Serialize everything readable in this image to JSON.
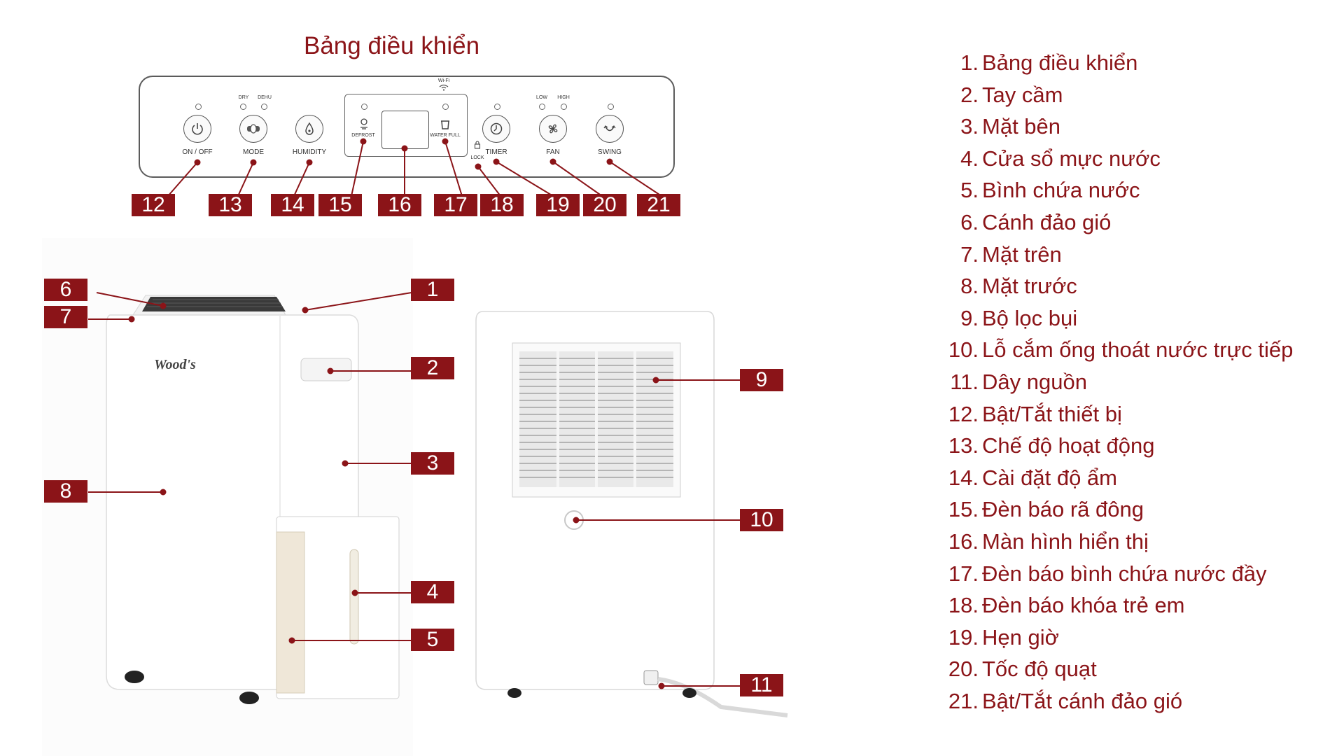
{
  "control_panel": {
    "title": "Bảng điều khiển",
    "buttons": [
      {
        "label": "ON / OFF",
        "icon": "power-icon"
      },
      {
        "label": "MODE",
        "icon": "mode-icon",
        "leds": [
          "DRY",
          "DEHU"
        ]
      },
      {
        "label": "HUMIDITY",
        "icon": "drop-icon"
      },
      {
        "label": "TIMER",
        "icon": "clock-icon"
      },
      {
        "label": "FAN",
        "icon": "fan-icon",
        "leds": [
          "LOW",
          "HIGH"
        ]
      },
      {
        "label": "SWING",
        "icon": "swing-icon"
      }
    ],
    "display": {
      "defrost": "DEFROST",
      "water_full": "WATER FULL",
      "wifi": "Wi-Fi",
      "lock": "LOCK"
    }
  },
  "product": {
    "brand": "Wood's"
  },
  "callouts": [
    "12",
    "13",
    "14",
    "15",
    "16",
    "17",
    "18",
    "19",
    "20",
    "21",
    "6",
    "7",
    "1",
    "2",
    "3",
    "8",
    "4",
    "5",
    "9",
    "10",
    "11"
  ],
  "legend": [
    {
      "num": "1.",
      "text": "Bảng điều khiển"
    },
    {
      "num": "2.",
      "text": "Tay cầm"
    },
    {
      "num": "3.",
      "text": "Mặt bên"
    },
    {
      "num": "4.",
      "text": "Cửa sổ mực nước"
    },
    {
      "num": "5.",
      "text": "Bình chứa nước"
    },
    {
      "num": "6.",
      "text": "Cánh đảo gió"
    },
    {
      "num": "7.",
      "text": "Mặt trên"
    },
    {
      "num": "8.",
      "text": "Mặt trước"
    },
    {
      "num": "9.",
      "text": "Bộ lọc bụi"
    },
    {
      "num": "10.",
      "text": "Lỗ cắm ống thoát nước trực tiếp"
    },
    {
      "num": "11.",
      "text": "Dây nguồn"
    },
    {
      "num": "12.",
      "text": "Bật/Tắt thiết bị"
    },
    {
      "num": "13.",
      "text": "Chế độ hoạt động"
    },
    {
      "num": "14.",
      "text": "Cài đặt độ ẩm"
    },
    {
      "num": "15.",
      "text": "Đèn báo rã đông"
    },
    {
      "num": "16.",
      "text": "Màn hình hiển thị"
    },
    {
      "num": "17.",
      "text": "Đèn báo bình chứa nước đầy"
    },
    {
      "num": "18.",
      "text": "Đèn báo khóa trẻ em"
    },
    {
      "num": "19.",
      "text": "Hẹn giờ"
    },
    {
      "num": "20.",
      "text": "Tốc độ quạt"
    },
    {
      "num": "21.",
      "text": "Bật/Tắt cánh đảo gió"
    }
  ],
  "colors": {
    "accent": "#8b1418",
    "label_text": "#ffffff",
    "device_body": "#ffffff",
    "grille": "#3a3a3a"
  }
}
